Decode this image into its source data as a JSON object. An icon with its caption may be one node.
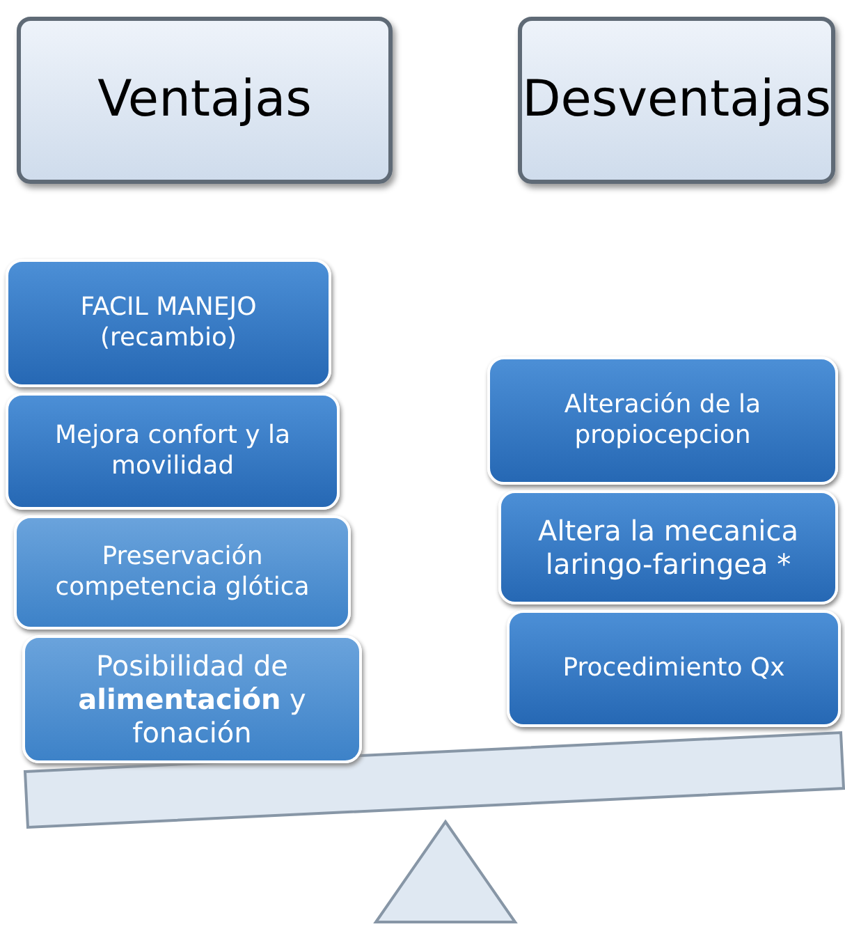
{
  "diagram": {
    "nodes": [
      {
        "text": [
          "Ventajas"
        ]
      },
      {
        "text": [
          "Desventajas"
        ]
      },
      {
        "text": [
          "FACIL MANEJO (recambio)"
        ]
      },
      {
        "text": [
          "Mejora confort y la movilidad"
        ]
      },
      {
        "text": [
          "Preservación competencia glótica"
        ]
      },
      {
        "text": [
          "Posibilidad de **alimentación** y fonación"
        ]
      },
      {
        "text": [
          "Alteración de la propiocepcion"
        ]
      },
      {
        "text": [
          "Altera la mecanica laringo-faringea *"
        ]
      },
      {
        "text": [
          "Procedimiento Qx"
        ]
      }
    ]
  }
}
